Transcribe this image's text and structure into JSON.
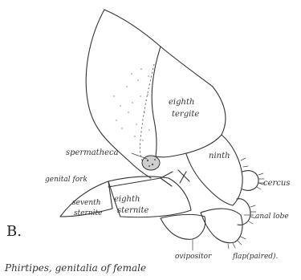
{
  "figure_letter": "B.",
  "caption": "Phirtipes, genitalia of female",
  "labels": {
    "eighth_tergite": [
      "eighth",
      "tergite"
    ],
    "spermatheca": "spermatheca",
    "genital_fork": "genital fork",
    "ninth": "ninth",
    "cercus": "cercus",
    "seventh_sternite": [
      "seventh",
      "sternite"
    ],
    "eighth_sternite": [
      "eighth",
      "sternite"
    ],
    "anal_lobe": "anal lobe",
    "ovipositor": "ovipositor",
    "flap": "flap(paired)."
  }
}
